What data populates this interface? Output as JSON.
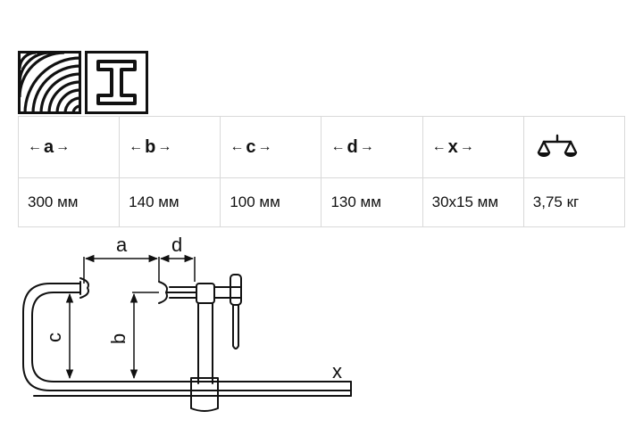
{
  "icons": [
    {
      "name": "wood-grain-icon"
    },
    {
      "name": "steel-i-beam-icon"
    }
  ],
  "table": {
    "headers": [
      {
        "letter": "a",
        "arrow_left": "←",
        "arrow_right": "→"
      },
      {
        "letter": "b",
        "arrow_left": "←",
        "arrow_right": "→"
      },
      {
        "letter": "c",
        "arrow_left": "←",
        "arrow_right": "→"
      },
      {
        "letter": "d",
        "arrow_left": "←",
        "arrow_right": "→"
      },
      {
        "letter": "x",
        "arrow_left": "←",
        "arrow_right": "→"
      },
      {
        "icon": "scale-weight-icon"
      }
    ],
    "values": [
      "300 мм",
      "140 мм",
      "100 мм",
      "130 мм",
      "30x15 мм",
      "3,75 кг"
    ]
  },
  "drawing": {
    "labels": {
      "a": "a",
      "b": "b",
      "c": "c",
      "d": "d",
      "x": "x"
    }
  }
}
